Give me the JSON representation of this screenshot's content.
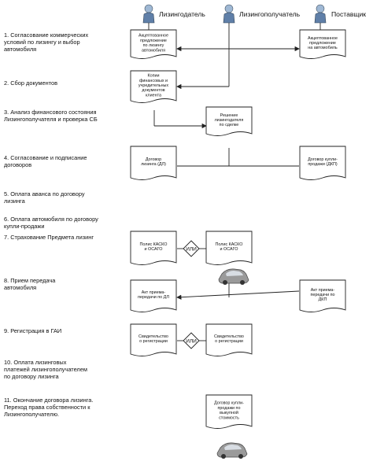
{
  "actors": [
    {
      "id": "lessor",
      "label": "Лизингодатель"
    },
    {
      "id": "lessee",
      "label": "Лизингополучатель"
    },
    {
      "id": "supplier",
      "label": "Поставщик"
    }
  ],
  "steps": [
    "1. Согласование коммерческих условий  по лизингу и выбор автомобиля",
    "2. Сбор документов",
    "3. Анализ финансового состояния Лизингополучателя и проверка СБ",
    "4. Согласование и подписание договоров",
    "5. Оплата аванса по договору лизинга",
    "6. Оплата автомобиля по договору купли-продажи",
    "7. Страхование Предмета лизинг",
    "8. Прием передача автомобиля",
    "9. Регистрация в ГАИ",
    "10. Оплата лизинговых платежей лизингополучателем по договору лизинга",
    "11. Окончание договора лизинга. Переход права собственности к Лизингополучателю."
  ],
  "documents": {
    "accepted_offer_lessor": [
      "Акцептованное",
      "предложение",
      "по лизингу",
      "автомобиля"
    ],
    "accepted_offer_supplier": [
      "Акцептованное",
      "предложение",
      "на автомобиль"
    ],
    "financial_docs": [
      "Копии",
      "финансовых и",
      "учредительных",
      "документов",
      "клиента"
    ],
    "decision": [
      "Решение",
      "лизингодателя",
      "по сделке"
    ],
    "lease_contract": [
      "Договор",
      "лизинга (ДЛ)"
    ],
    "purchase_contract": [
      "Договор купли-",
      "продажи (ДКП)"
    ],
    "insurance_lessor": [
      "Полис КАСКО",
      "и ОСАГО"
    ],
    "insurance_lessee": [
      "Полис КАСКО",
      "и ОСАГО"
    ],
    "act_dl": [
      "Акт приема-",
      "передачи по ДЛ"
    ],
    "act_dkp": [
      "Акт приема-",
      "передачи по",
      "ДКП"
    ],
    "registration_lessor": [
      "Свидетельство",
      "о регистрации"
    ],
    "registration_lessee": [
      "Свидетельство",
      "о регистрации"
    ],
    "buyout_contract": [
      "Договор купли-",
      "продажи по",
      "выкупной",
      "стоимость"
    ]
  },
  "or_label": "ИЛИ",
  "icons": {
    "actor": "person-icon",
    "car": "car-icon"
  },
  "colors": {
    "line": "#222222",
    "person_head": "#9fb8d4",
    "person_body": "#5f7fa8",
    "car_body": "#9a9a9a"
  }
}
